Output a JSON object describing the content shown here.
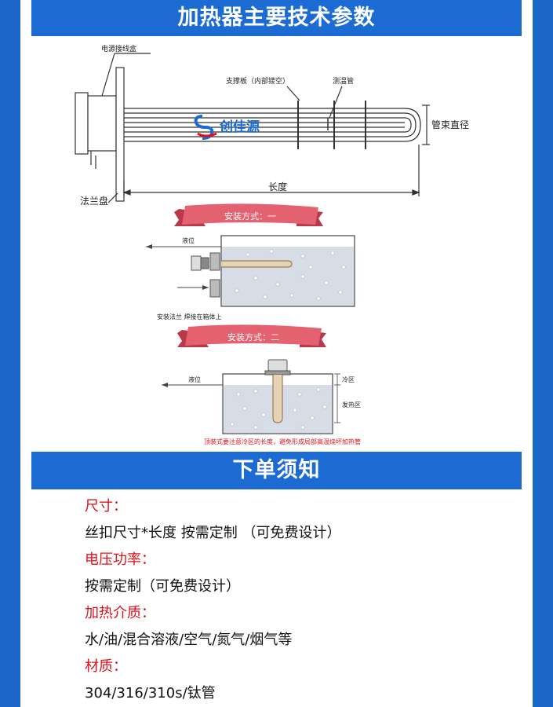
{
  "header": {
    "title": "加热器主要技术参数"
  },
  "diagram": {
    "labels": {
      "junction_box": "电源接线盒",
      "support_plate": "支撑板（内部镂空）",
      "thermo_tube": "测温管",
      "bundle_diameter": "管束直径",
      "flange": "法兰盘",
      "length": "长度",
      "logo_text": "创佳源"
    },
    "install1": {
      "ribbon": "安装方式：一",
      "liquid_level": "液位",
      "caption": "安装法兰 焊接在箱体上"
    },
    "install2": {
      "ribbon": "安装方式：二",
      "liquid_level": "液位",
      "cold_zone": "冷区",
      "heat_zone": "发热区",
      "warning": "顶装式要注意冷区的长度，避免形成局部高温烧坏加热管"
    }
  },
  "order": {
    "title": "下单须知",
    "items": [
      {
        "label": "尺寸：",
        "value": "丝扣尺寸*长度  按需定制  （可免费设计）"
      },
      {
        "label": "电压功率：",
        "value": "按需定制（可免费设计）"
      },
      {
        "label": "加热介质：",
        "value": "水/油/混合溶液/空气/氮气/烟气等"
      },
      {
        "label": "材质：",
        "value": "304/316/310s/钛管"
      }
    ]
  },
  "colors": {
    "brand_blue": "#1c6bd3",
    "label_red": "#e0101a",
    "ribbon_pink": "#e46170",
    "water": "#d7dde6"
  }
}
